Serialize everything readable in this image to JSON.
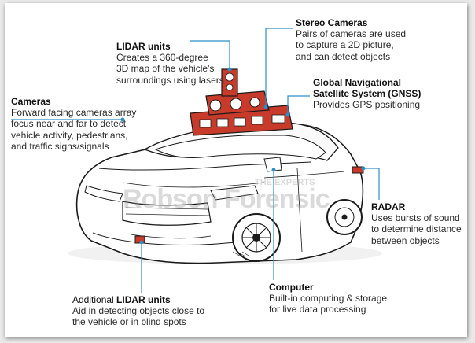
{
  "watermark": {
    "small": "THE EXPERTS",
    "large": "Robson Forensic"
  },
  "colors": {
    "accent": "#2d8fc6",
    "sensor": "#c83a2a",
    "ink": "#1a1a1a"
  },
  "labels": {
    "stereo": {
      "title": "Stereo Cameras",
      "desc": "Pairs of cameras are used\nto capture a 2D picture,\nand can detect objects"
    },
    "lidar": {
      "title": "LIDAR units",
      "desc": "Creates a 360-degree\n3D map of the vehicle's\nsurroundings using lasers"
    },
    "gnss": {
      "title": "Global Navigational\nSatellite System (GNSS)",
      "desc": "Provides GPS positioning"
    },
    "cameras": {
      "title": "Cameras",
      "desc": "Forward facing cameras array\nfocus near and far to detect\nvehicle activity, pedestrians,\nand traffic signs/signals"
    },
    "radar": {
      "title": "RADAR",
      "desc": "Uses bursts of sound\nto determine distance\nbetween objects"
    },
    "computer": {
      "title": "Computer",
      "desc": "Built-in computing & storage\nfor live data processing"
    },
    "additional": {
      "prefix": "Additional ",
      "title": "LIDAR units",
      "desc": "Aid in detecting objects close to\nthe vehicle or in blind spots"
    }
  }
}
